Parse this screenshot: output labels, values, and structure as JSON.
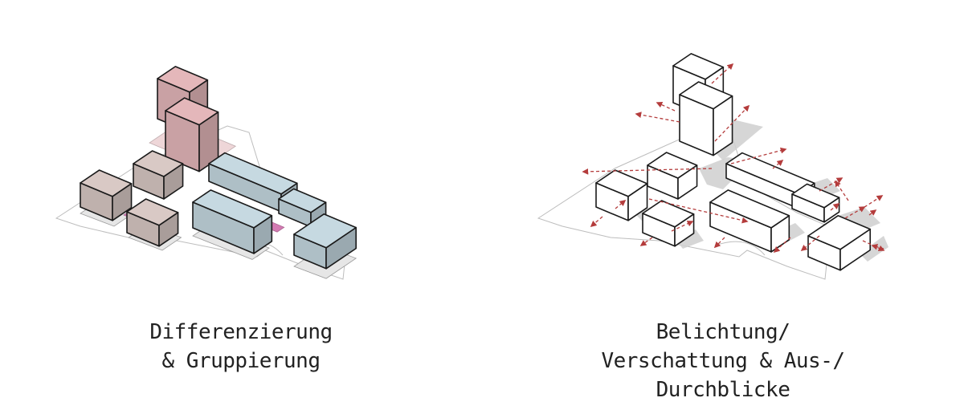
{
  "panels": [
    {
      "caption_lines": [
        "Differenzierung",
        "& Gruppierung"
      ]
    },
    {
      "caption_lines": [
        "Belichtung/",
        "Verschattung & Aus-/",
        "Durchblicke"
      ]
    }
  ],
  "colors": {
    "pink_building": "#e4b7ba",
    "taupe_building": "#d9c9c5",
    "blue_building": "#c6d9e1",
    "magenta_plaza": "#d37bb3",
    "white_building": "#ffffff",
    "arrow": "#b43c3c",
    "shadow": "#cfcfcf"
  }
}
